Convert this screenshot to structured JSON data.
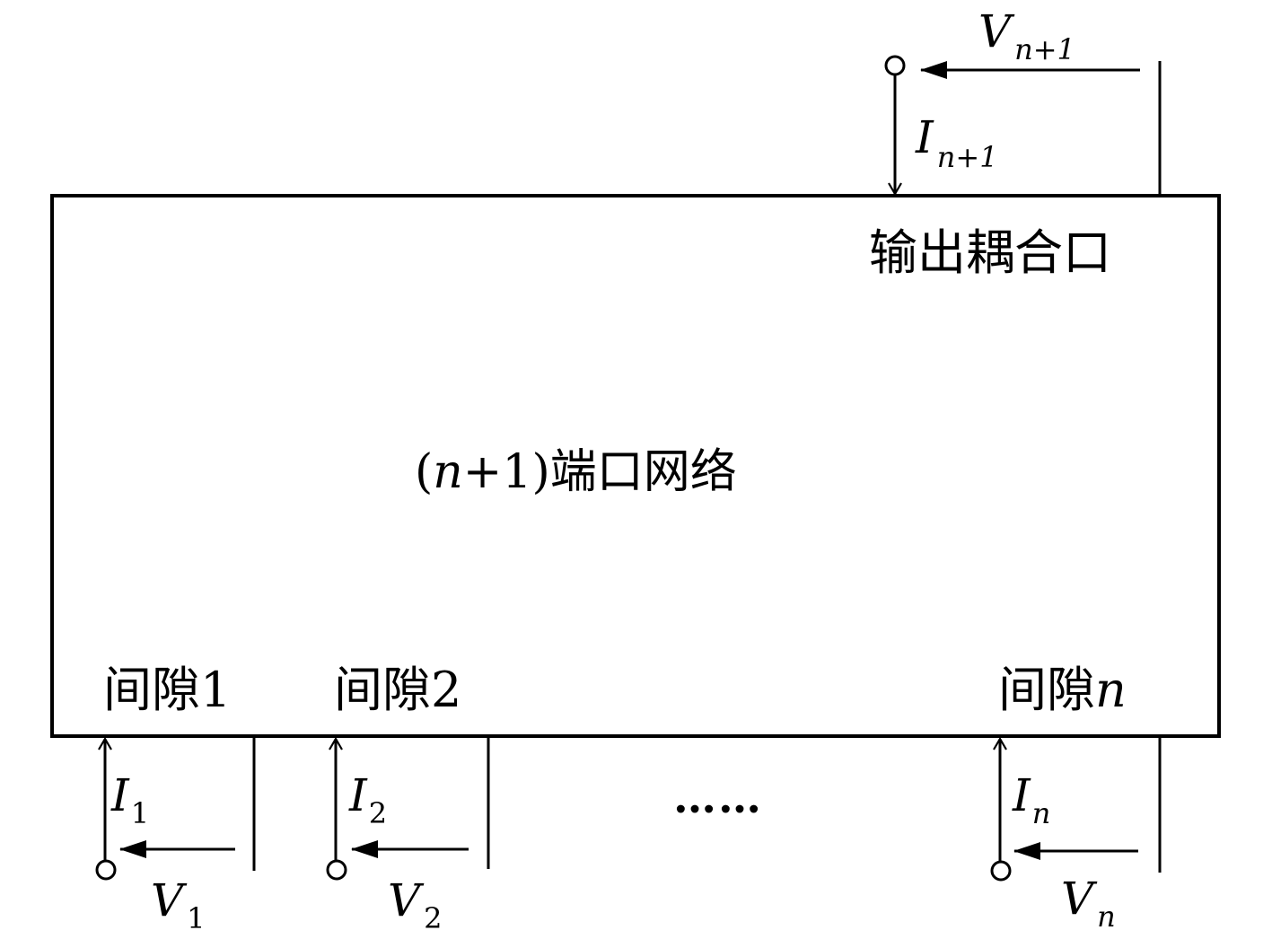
{
  "network": {
    "center_label": {
      "paren_open": "(",
      "var": "n",
      "plus_one": "+1",
      "paren_close": ")",
      "cjk": "端口网络"
    },
    "output_label": "输出耦合口"
  },
  "output_port": {
    "voltage": {
      "symbol": "V",
      "subscript": "n+1"
    },
    "current": {
      "symbol": "I",
      "subscript": "n+1"
    }
  },
  "gaps": [
    {
      "label_cjk": "间隙",
      "label_index": "1",
      "index_italic": false,
      "current": {
        "symbol": "I",
        "subscript": "1"
      },
      "voltage": {
        "symbol": "V",
        "subscript": "1"
      }
    },
    {
      "label_cjk": "间隙",
      "label_index": "2",
      "index_italic": false,
      "current": {
        "symbol": "I",
        "subscript": "2"
      },
      "voltage": {
        "symbol": "V",
        "subscript": "2"
      }
    },
    {
      "label_cjk": "间隙",
      "label_index": "n",
      "index_italic": true,
      "current": {
        "symbol": "I",
        "subscript": "n"
      },
      "voltage": {
        "symbol": "V",
        "subscript": "n"
      }
    }
  ],
  "ellipsis": "……"
}
